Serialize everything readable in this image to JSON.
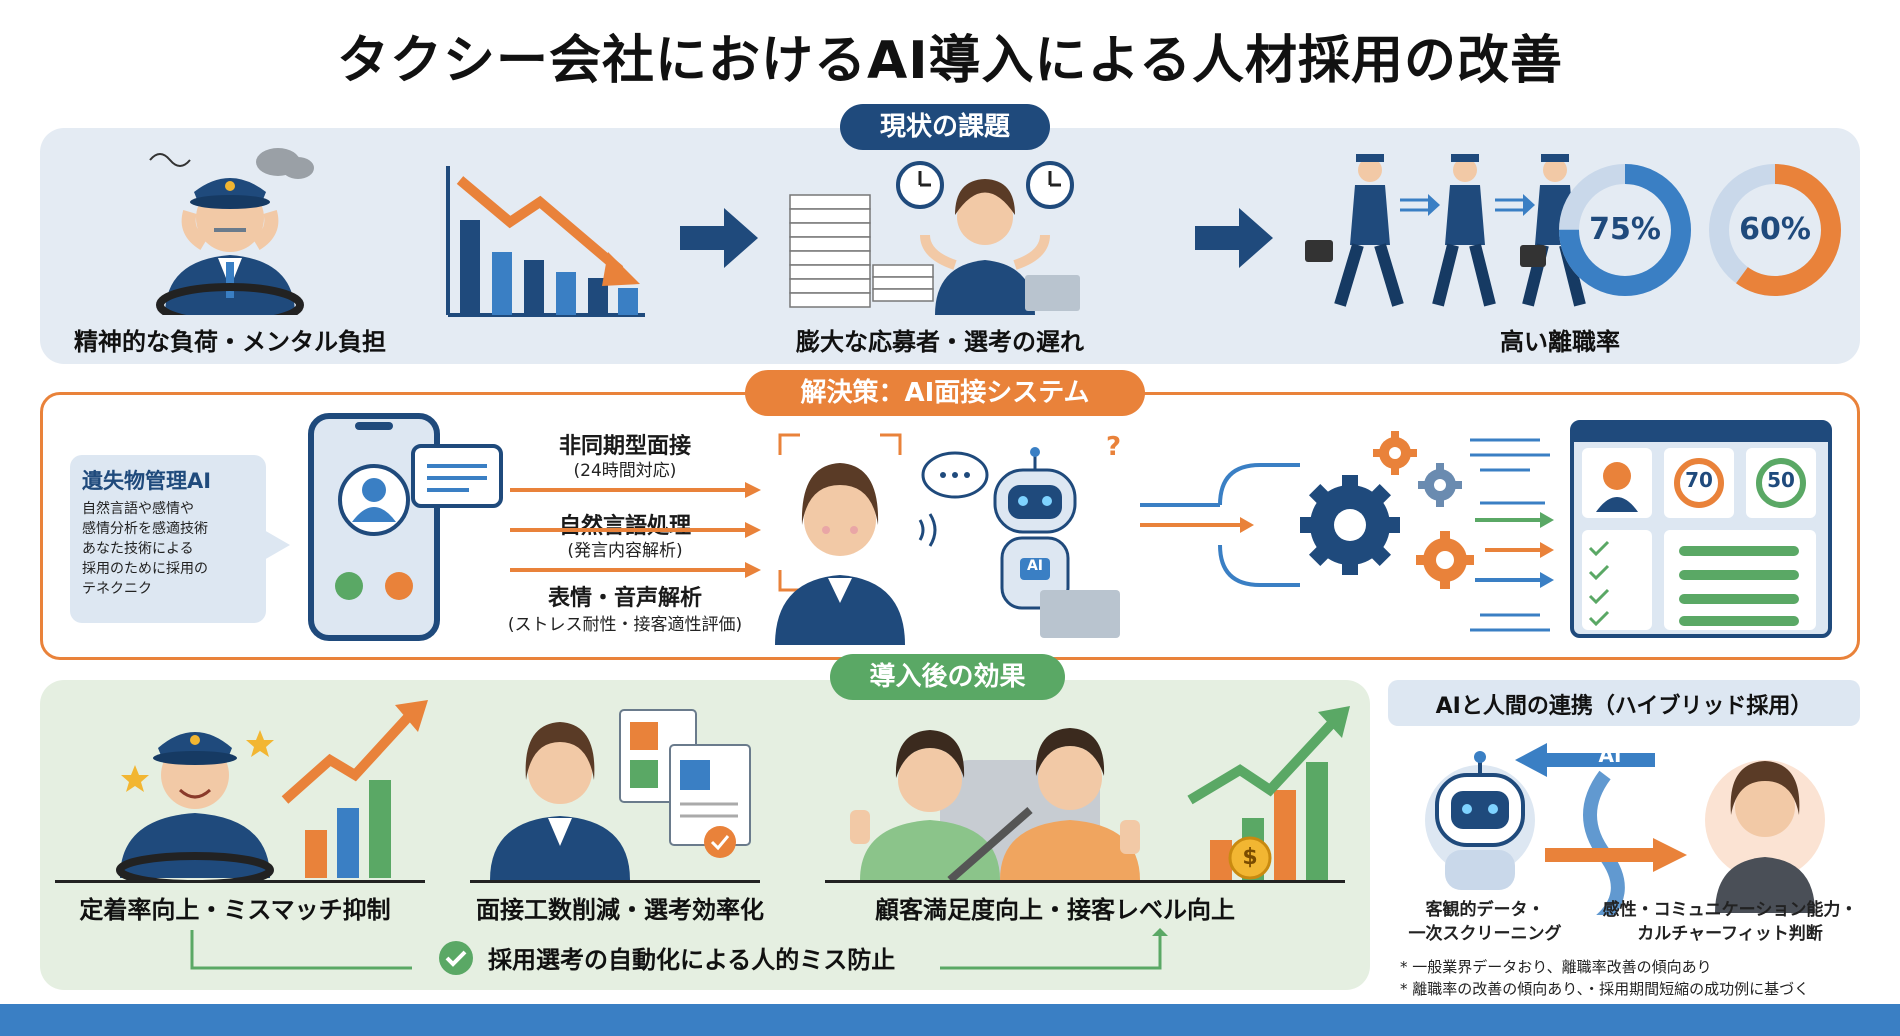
{
  "title": "タクシー会社におけるAI導入による人材採用の改善",
  "section1": {
    "label": "現状の課題",
    "caption_mental": "精神的な負荷・メンタル負担",
    "caption_applicants": "膨大な応募者・選考の遅れ",
    "caption_turnover": "高い離職率",
    "pct_a": "75%",
    "pct_b": "60%",
    "gauge_a": 0.75,
    "gauge_b": 0.6
  },
  "section2": {
    "label": "解決策：AI面接システム",
    "sidebox_title": "遺失物管理AI",
    "sidebox_lines": [
      "自然言語や感情や",
      "感情分析を感適技術",
      "あなた技術による",
      "採用のために採用の",
      "テネクニク"
    ],
    "feature1_title": "非同期型面接",
    "feature1_sub": "(24時間対応)",
    "feature2_title": "自然言語処理",
    "feature2_sub": "(発言内容解析)",
    "feature3_title": "表情・音声解析",
    "feature3_sub": "(ストレス耐性・接客適性評価)",
    "robot_badge": "AI",
    "score1": "70",
    "score2": "50"
  },
  "section3": {
    "label": "導入後の効果",
    "caption1": "定着率向上・ミスマッチ抑制",
    "caption2": "面接工数削減・選考効率化",
    "caption3": "顧客満足度向上・接客レベル向上",
    "bottom_banner": "採用選考の自動化による人的ミス防止",
    "coin": "$"
  },
  "hybrid": {
    "label": "AIと人間の連携（ハイブリッド採用）",
    "ai_tag": "AI",
    "left_caption_1": "客観的データ・",
    "left_caption_2": "一次スクリーニング",
    "right_caption_1": "感性・コミュニケーション能力・",
    "right_caption_2": "カルチャーフィット判断",
    "note1": "* 一般業界データおり、離職率改善の傾向あり",
    "note2": "* 離職率の改善の傾向あり、・採用期間短縮の成功例に基づく"
  },
  "colors": {
    "navy": "#1f4a7c",
    "orange": "#e9823a",
    "green": "#5aa865",
    "blue": "#3a7fc4"
  }
}
